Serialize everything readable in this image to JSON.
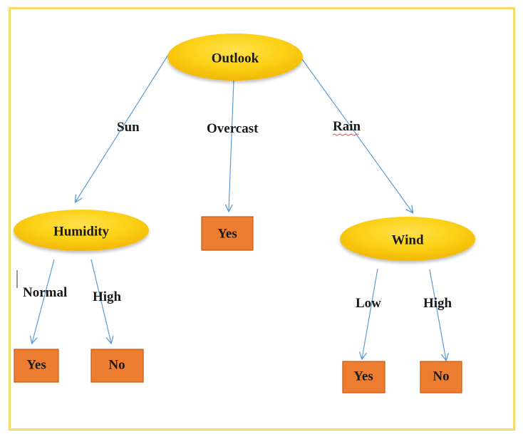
{
  "diagram": {
    "nodes": {
      "outlook": "Outlook",
      "humidity": "Humidity",
      "wind": "Wind"
    },
    "edges": {
      "sun": "Sun",
      "overcast": "Overcast",
      "rain": "Rain",
      "normal": "Normal",
      "humidity_high": "High",
      "low": "Low",
      "wind_high": "High"
    },
    "leaves": {
      "sun_normal": "Yes",
      "sun_high": "No",
      "overcast": "Yes",
      "rain_low": "Yes",
      "rain_high": "No"
    },
    "colors": {
      "node_fill_light": "#ffe14d",
      "node_fill_dark": "#f2b705",
      "leaf_fill": "#ed7d31",
      "leaf_border": "#c55a11",
      "arrow": "#5b9bd5",
      "frame": "#f2dc6b"
    }
  }
}
